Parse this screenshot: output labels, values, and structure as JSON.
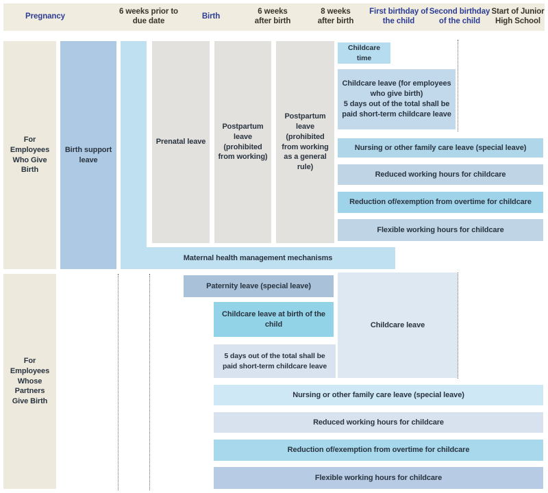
{
  "header": {
    "milestones": [
      {
        "label": "Pregnancy",
        "emphasis": true
      },
      {
        "label": "6 weeks prior to due date",
        "emphasis": false
      },
      {
        "label": "Birth",
        "emphasis": true
      },
      {
        "label": "6 weeks after birth",
        "emphasis": false
      },
      {
        "label": "8 weeks after birth",
        "emphasis": false
      },
      {
        "label": "First birthday of the child",
        "emphasis": true
      },
      {
        "label": "Second birthday of the child",
        "emphasis": true
      },
      {
        "label": "Start of Junior High School",
        "emphasis": false
      }
    ]
  },
  "sections": {
    "give_birth": {
      "row_label": "For Employees Who Give Birth",
      "bars": {
        "birth_support": "Birth support leave",
        "prenatal": "Prenatal leave",
        "postpartum_working": "Postpartum leave (prohibited from working)",
        "postpartum_general": "Postpartum leave (prohibited from working as a general rule)",
        "childcare_time": "Childcare time",
        "childcare_leave_line1": "Childcare leave (for employees who give birth)",
        "childcare_leave_line2": "5 days out of the total shall be paid short-term childcare leave",
        "nursing": "Nursing or other family care leave (special leave)",
        "reduced_hours": "Reduced working hours for childcare",
        "overtime": "Reduction of/exemption from overtime for childcare",
        "flexible": "Flexible working hours for childcare",
        "maternal_health": "Maternal health management mechanisms"
      }
    },
    "partners_give_birth": {
      "row_label": "For Employees Whose Partners Give Birth",
      "bars": {
        "paternity": "Paternity leave (special leave)",
        "childcare_at_birth": "Childcare leave at birth of the child",
        "childcare_leave": "Childcare leave",
        "five_days": "5 days out of the total shall be paid short-term childcare leave",
        "nursing": "Nursing or other family care leave (special leave)",
        "reduced_hours": "Reduced working hours for childcare",
        "overtime": "Reduction of/exemption from overtime for childcare",
        "flexible": "Flexible working hours for childcare"
      }
    }
  },
  "colors": {
    "header_bg": "#f0ecdf",
    "label_col_bg": "#edeadd",
    "milestone_text": "#39342c",
    "milestone_emphasis": "#2d3d96",
    "bar_text": "#2a3440",
    "gray_bar": "#e2e1dd",
    "birth_support": "#adc9e3",
    "maternal": "#bfe0f1",
    "childcare_time": "#b5ddef",
    "childcare_leave_emp": "#c2d9ec",
    "nursing_top": "#afd7e9",
    "reduced_top": "#bfd4e5",
    "overtime_top": "#9fd3e9",
    "flexible_top": "#bfd4e5",
    "paternity": "#a9c2da",
    "childcare_at_birth": "#92d3e7",
    "childcare_leave_box": "#dde8f3",
    "five_days_box": "#d9e3ef",
    "nursing_bottom": "#cfe8f5",
    "reduced_bottom": "#d8e2ef",
    "overtime_bottom": "#a7d8ec",
    "flexible_bottom": "#b7cbe4"
  }
}
